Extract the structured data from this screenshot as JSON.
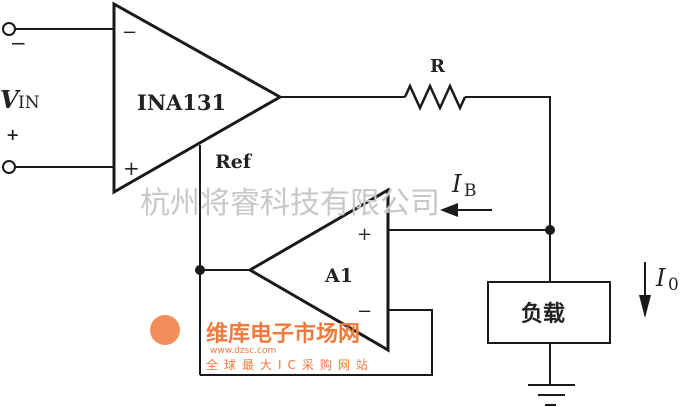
{
  "labels": {
    "ina": "INA131",
    "ref": "Ref",
    "resistor": "R",
    "a1": "A1",
    "vin_v": "V",
    "vin_sub": "IN",
    "ib_i": "I",
    "ib_sub": "B",
    "io_i": "I",
    "io_sub": "0",
    "load": "负载",
    "minus": "−",
    "plus": "+"
  },
  "watermark": {
    "company": "杭州将睿科技有限公司",
    "brand": "维库电子市场网",
    "url": "www.dzsc.com",
    "slogan": "全球最大IC采购网站"
  },
  "colors": {
    "line": "#1a1a1a",
    "watermark_gray": "#c8c8c8",
    "watermark_orange": "#f07a3c"
  }
}
